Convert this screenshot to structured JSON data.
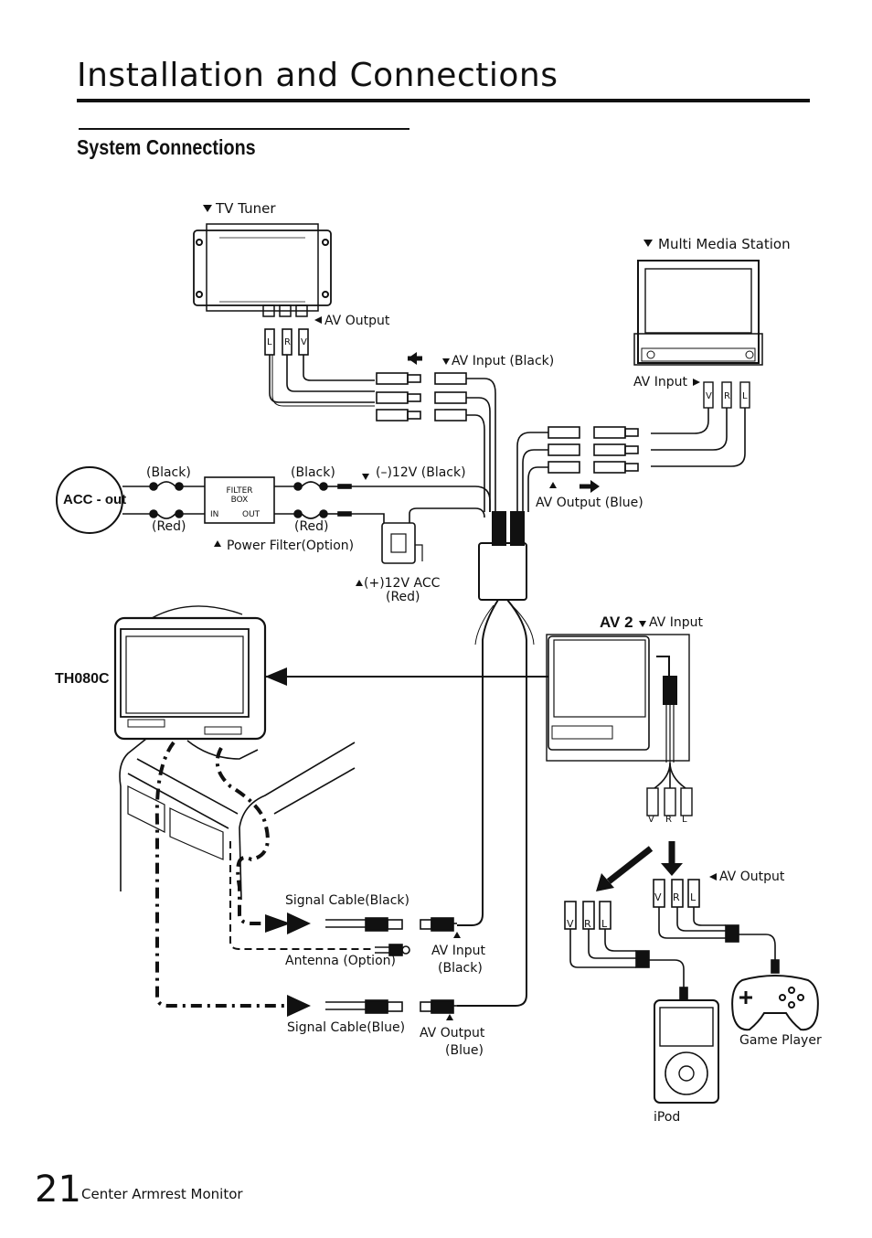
{
  "header": {
    "title": "Installation and Connections",
    "subtitle": "System Connections"
  },
  "labels": {
    "tv_tuner": "TV Tuner",
    "av_output_tuner": "AV Output",
    "av_input_black": "AV Input (Black)",
    "multi_media_station": "Multi Media Station",
    "av_input_mms": "AV Input",
    "black_1": "(Black)",
    "black_2": "(Black)",
    "neg_12v": "(–)12V (Black)",
    "red_1": "(Red)",
    "red_2": "(Red)",
    "acc_out": "ACC - out",
    "filter_box": "FILTER\nBOX",
    "filter_in": "IN",
    "filter_out": "OUT",
    "power_filter": "Power Filter(Option)",
    "pos_12v_acc": "(+)12V ACC",
    "pos_12v_red": "(Red)",
    "av_output_blue": "AV Output (Blue)",
    "av2": "AV 2",
    "av2_input": "AV Input",
    "th080c": "TH080C",
    "av_output_game": "AV Output",
    "signal_black": "Signal Cable(Black)",
    "antenna": "Antenna (Option)",
    "av_input_black2_a": "AV Input",
    "av_input_black2_b": "(Black)",
    "signal_blue": "Signal Cable(Blue)",
    "av_output_blue2_a": "AV Output",
    "av_output_blue2_b": "(Blue)",
    "game_player": "Game Player",
    "ipod": "iPod",
    "rca_v": "V",
    "rca_r": "R",
    "rca_l": "L"
  },
  "footer": {
    "page_number": "21",
    "product": "Center Armrest Monitor"
  }
}
